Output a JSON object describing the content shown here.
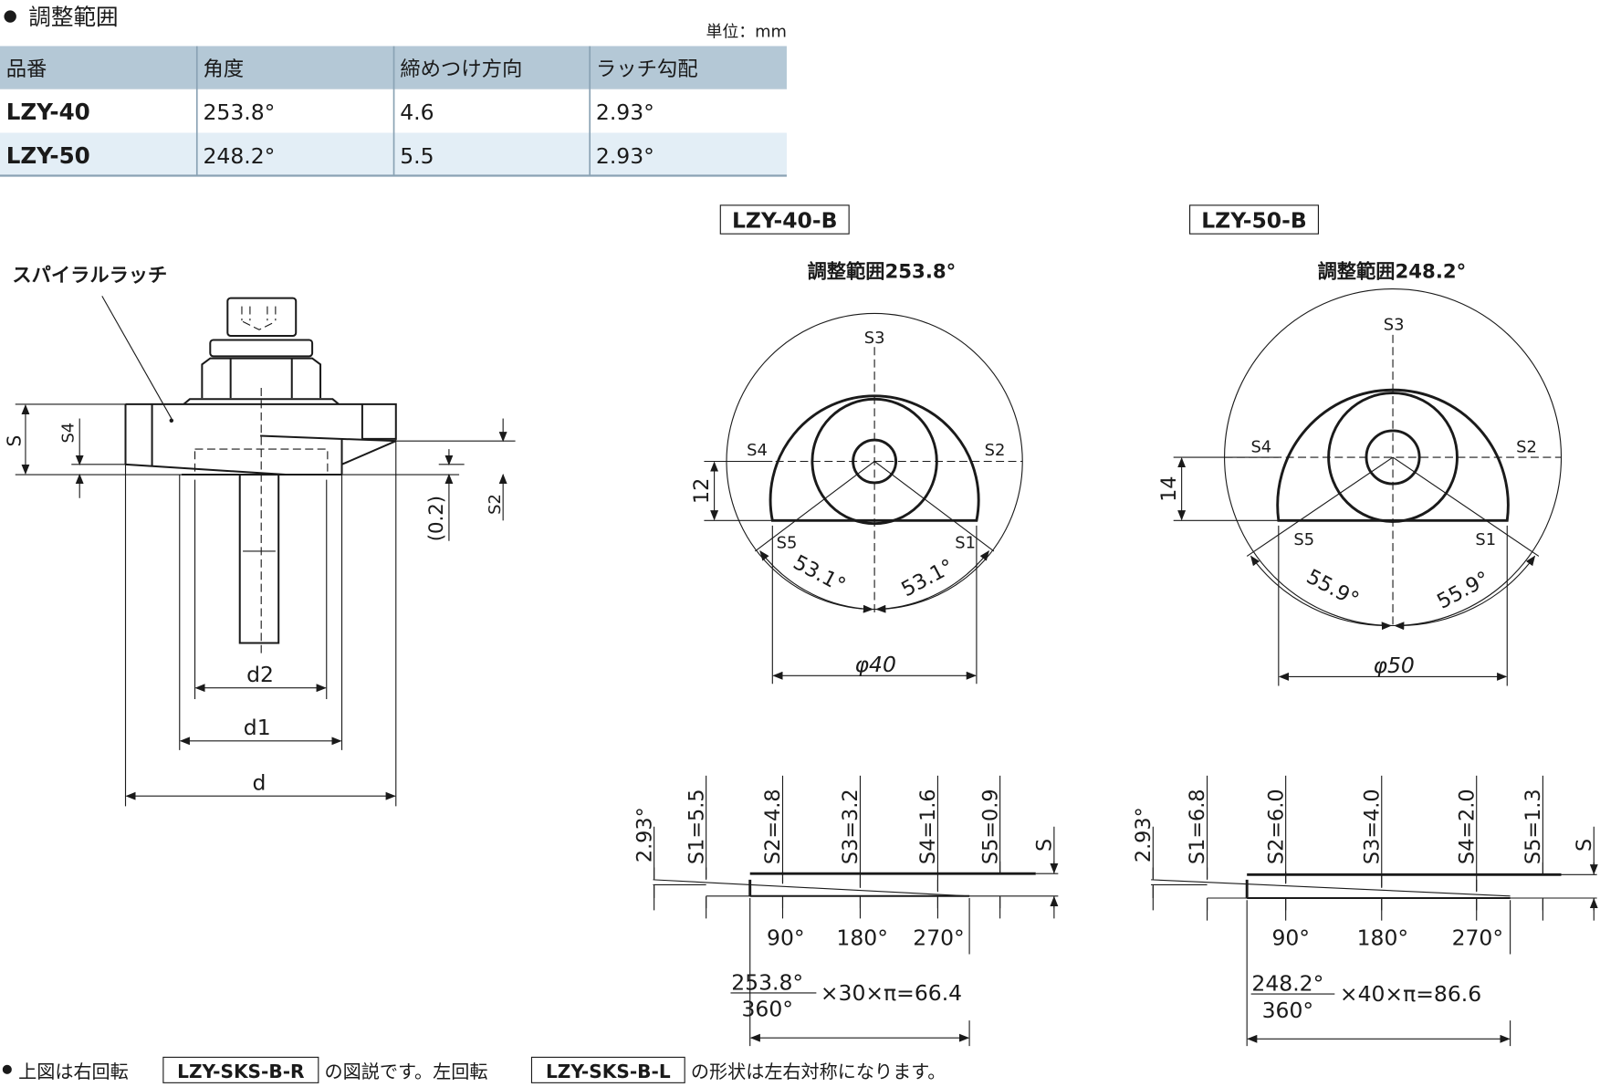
{
  "section_title": "調整範囲",
  "unit": "単位：mm",
  "table": {
    "headers": [
      "品番",
      "角度",
      "締めつけ方向",
      "ラッチ勾配"
    ],
    "rows": [
      [
        "LZY-40",
        "253.8°",
        "4.6",
        "2.93°"
      ],
      [
        "LZY-50",
        "248.2°",
        "5.5",
        "2.93°"
      ]
    ],
    "colors": {
      "header_bg": "#b4c8d6",
      "alt_row_bg": "#e3eef6",
      "border": "#8aa2b4"
    }
  },
  "side_view": {
    "label": "スパイラルラッチ",
    "dims": {
      "s": "S",
      "s4": "S4",
      "s2": "S2",
      "gap": "(0.2)",
      "d": "d",
      "d1": "d1",
      "d2": "d2"
    }
  },
  "models": [
    {
      "name": "LZY-40-B",
      "range": "調整範囲253.8°",
      "points": [
        "S1",
        "S2",
        "S3",
        "S4",
        "S5"
      ],
      "angle_left": "53.1°",
      "angle_right": "53.1°",
      "diameter": "φ40",
      "height": "12",
      "slope": "2.93°",
      "steps": [
        "S1=5.5",
        "S2=4.8",
        "S3=3.2",
        "S4=1.6",
        "S5=0.9",
        "S"
      ],
      "degrees": [
        "90°",
        "180°",
        "270°"
      ],
      "frac_num": "253.8°",
      "frac_den": "360°",
      "formula": "×30×π=66.4"
    },
    {
      "name": "LZY-50-B",
      "range": "調整範囲248.2°",
      "points": [
        "S1",
        "S2",
        "S3",
        "S4",
        "S5"
      ],
      "angle_left": "55.9°",
      "angle_right": "55.9°",
      "diameter": "φ50",
      "height": "14",
      "slope": "2.93°",
      "steps": [
        "S1=6.8",
        "S2=6.0",
        "S3=4.0",
        "S4=2.0",
        "S5=1.3",
        "S"
      ],
      "degrees": [
        "90°",
        "180°",
        "270°"
      ],
      "frac_num": "248.2°",
      "frac_den": "360°",
      "formula": "×40×π=86.6"
    }
  ],
  "note": {
    "part1": "上図は右回転",
    "code_r": "LZY-SKS-B-R",
    "part2": "の図説です。左回転",
    "code_l": "LZY-SKS-B-L",
    "part3": "の形状は左右対称になります。"
  }
}
